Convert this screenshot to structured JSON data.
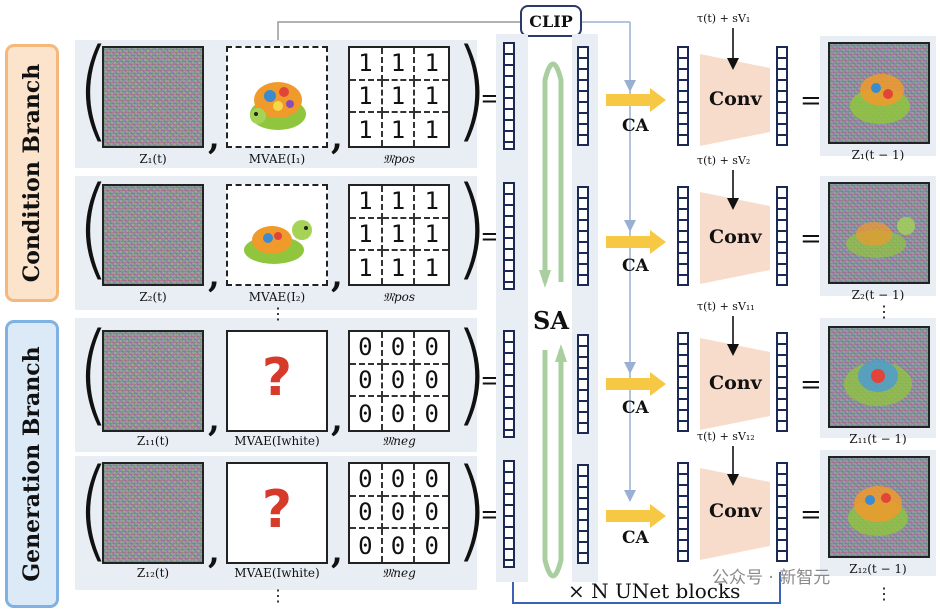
{
  "branches": {
    "condition": "Condition Branch",
    "generation": "Generation Branch"
  },
  "clip": "CLIP",
  "sa": "SA",
  "ca": "CA",
  "conv": "Conv",
  "equals": "=",
  "comma": ",",
  "unet": "× N UNet blocks",
  "watermark": "公众号 · 新智元",
  "question": "?",
  "rows": [
    {
      "z": "Z₁(t)",
      "mvae": "MVAE(I₁)",
      "mask_label": "𝔐pos",
      "mask": [
        "1",
        "1",
        "1",
        "1",
        "1",
        "1",
        "1",
        "1",
        "1"
      ],
      "tau": "τ(t) + sV₁",
      "out": "Z₁(t − 1)"
    },
    {
      "z": "Z₂(t)",
      "mvae": "MVAE(I₂)",
      "mask_label": "𝔐pos",
      "mask": [
        "1",
        "1",
        "1",
        "1",
        "1",
        "1",
        "1",
        "1",
        "1"
      ],
      "tau": "τ(t) + sV₂",
      "out": "Z₂(t − 1)"
    },
    {
      "z": "Z₁₁(t)",
      "mvae": "MVAE(Iwhite)",
      "mask_label": "𝔐neg",
      "mask": [
        "0",
        "0",
        "0",
        "0",
        "0",
        "0",
        "0",
        "0",
        "0"
      ],
      "tau": "τ(t) + sV₁₁",
      "out": "Z₁₁(t − 1)"
    },
    {
      "z": "Z₁₂(t)",
      "mvae": "MVAE(Iwhite)",
      "mask_label": "𝔐neg",
      "mask": [
        "0",
        "0",
        "0",
        "0",
        "0",
        "0",
        "0",
        "0",
        "0"
      ],
      "tau": "τ(t) + sV₁₂",
      "out": "Z₁₂(t − 1)"
    }
  ],
  "ellipsis": "⋮"
}
